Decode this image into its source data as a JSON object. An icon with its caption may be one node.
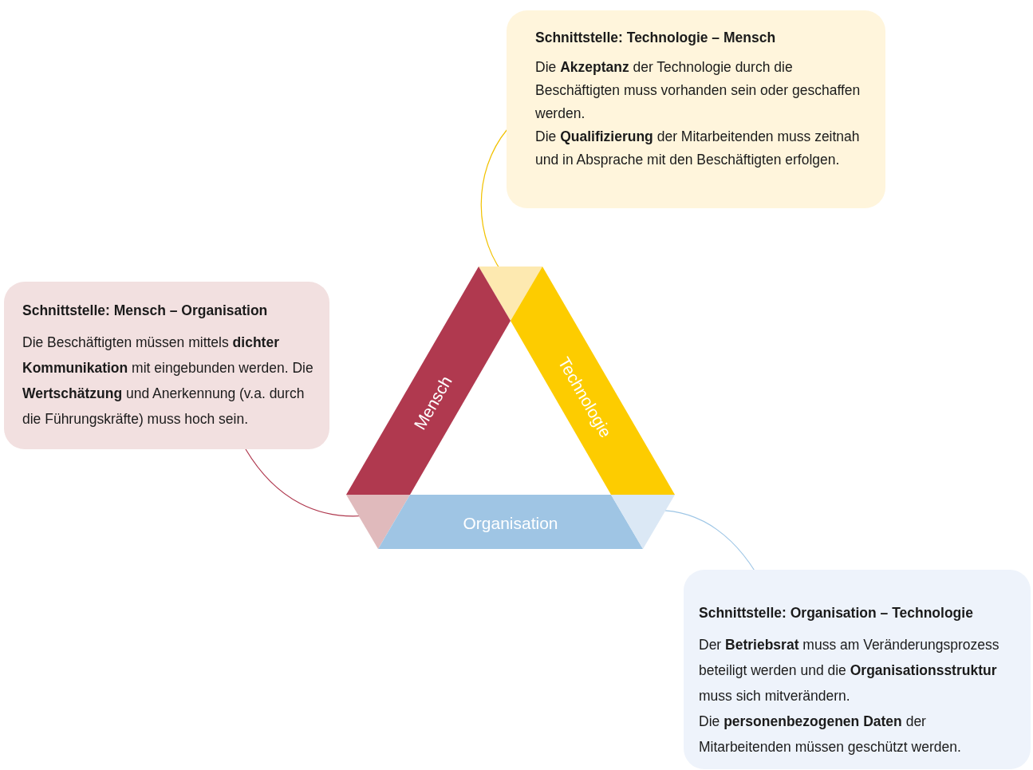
{
  "diagram": {
    "nodes": [
      {
        "text": [
          "Schnittstelle: Technologie – Mensch",
          "Die **Akzeptanz** der Technologie durch die Beschäftigten muss vorhanden sein oder geschaffen werden.",
          "Die **Qualifizierung** der Mitarbeitenden muss zeitnah und in Absprache mit den Beschäftigten erfolgen."
        ]
      },
      {
        "text": [],
        "shape": "triangle"
      },
      {
        "text": [
          "Schnittstelle: Mensch – Organisation",
          "Die Beschäftigten müssen mittels **dichter Kommunikation** mit eingebunden werden. Die **Wertschätzung** und Anerkennung (v.a. durch die Führungskräfte) muss hoch sein."
        ]
      },
      {
        "text": [
          "Mensch"
        ]
      },
      {
        "text": [
          "Technologie"
        ]
      },
      {
        "text": [],
        "shape": "triangle"
      },
      {
        "text": [
          "Organisation"
        ]
      },
      {
        "text": [],
        "shape": "triangle"
      },
      {
        "text": [
          "Schnittstelle: Organisation – Technologie",
          "Der **Betriebsrat** muss am Veränderungsprozess beteiligt werden und die **Organisationsstruktur** muss sich mitverändern.",
          "Die **personenbezogenen Daten** der Mitarbeitenden müssen geschützt werden."
        ]
      }
    ],
    "edges": [
      {
        "from": 0,
        "to": 1,
        "arrow": "none",
        "color": "#f2c200"
      },
      {
        "from": 2,
        "to": 5,
        "arrow": "none",
        "color": "#b0394f"
      },
      {
        "from": 8,
        "to": 7,
        "arrow": "none",
        "color": "#9ec6e6"
      }
    ]
  }
}
